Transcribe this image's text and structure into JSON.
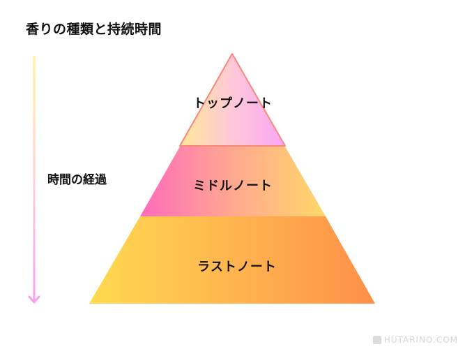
{
  "title": "香りの種類と持続時間",
  "time_axis": {
    "label": "時間の経過",
    "arrow_color_top": "#fff29a",
    "arrow_color_bottom": "#f9a0f0"
  },
  "pyramid": {
    "tiers": [
      {
        "label": "トップノート",
        "gradient": [
          "#ffe79a",
          "#ffb8e6",
          "#f9a6f5"
        ],
        "stroke": "#f7887a"
      },
      {
        "label": "ミドルノート",
        "gradient": [
          "#ff6bbb",
          "#ffa7a0",
          "#ffd86a"
        ]
      },
      {
        "label": "ラストノート",
        "gradient": [
          "#ffd94f",
          "#ffb54f",
          "#ff8f48"
        ]
      }
    ]
  },
  "watermark": "HUTARINO.COM"
}
